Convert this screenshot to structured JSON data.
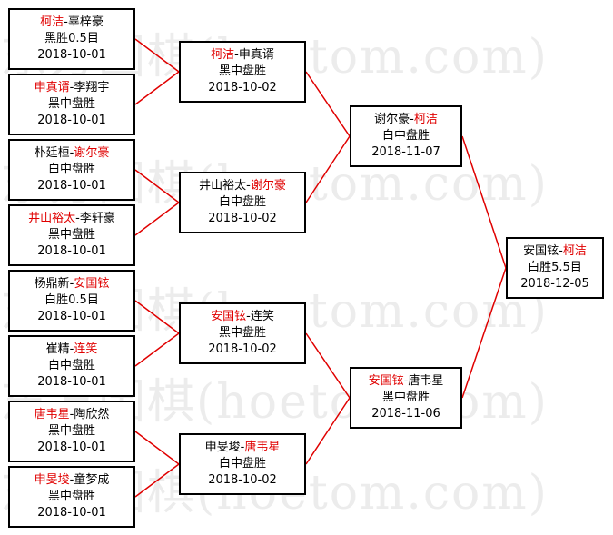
{
  "colors": {
    "winner": "#e00000",
    "line": "#e00000",
    "border": "#000000"
  },
  "watermark": "东方围棋(hoetom.com)",
  "matches": [
    {
      "id": "r1-1",
      "p1": "柯洁",
      "sep": "-",
      "p2": "辜梓豪",
      "winner": 1,
      "result": "黑胜0.5目",
      "date": "2018-10-01"
    },
    {
      "id": "r1-2",
      "p1": "申真谞",
      "sep": "-",
      "p2": "李翔宇",
      "winner": 1,
      "result": "黑中盘胜",
      "date": "2018-10-01"
    },
    {
      "id": "r1-3",
      "p1": "朴廷桓",
      "sep": "-",
      "p2": "谢尔豪",
      "winner": 2,
      "result": "白中盘胜",
      "date": "2018-10-01"
    },
    {
      "id": "r1-4",
      "p1": "井山裕太",
      "sep": "-",
      "p2": "李轩豪",
      "winner": 1,
      "result": "黑中盘胜",
      "date": "2018-10-01"
    },
    {
      "id": "r1-5",
      "p1": "杨鼎新",
      "sep": "-",
      "p2": "安国铉",
      "winner": 2,
      "result": "白胜0.5目",
      "date": "2018-10-01"
    },
    {
      "id": "r1-6",
      "p1": "崔精",
      "sep": "-",
      "p2": "连笑",
      "winner": 2,
      "result": "白中盘胜",
      "date": "2018-10-01"
    },
    {
      "id": "r1-7",
      "p1": "唐韦星",
      "sep": "-",
      "p2": "陶欣然",
      "winner": 1,
      "result": "黑中盘胜",
      "date": "2018-10-01"
    },
    {
      "id": "r1-8",
      "p1": "申旻埈",
      "sep": "-",
      "p2": "童梦成",
      "winner": 1,
      "result": "黑中盘胜",
      "date": "2018-10-01"
    },
    {
      "id": "r2-1",
      "p1": "柯洁",
      "sep": "-",
      "p2": "申真谞",
      "winner": 1,
      "result": "黑中盘胜",
      "date": "2018-10-02"
    },
    {
      "id": "r2-2",
      "p1": "井山裕太",
      "sep": "-",
      "p2": "谢尔豪",
      "winner": 2,
      "result": "白中盘胜",
      "date": "2018-10-02"
    },
    {
      "id": "r2-3",
      "p1": "安国铉",
      "sep": "-",
      "p2": "连笑",
      "winner": 1,
      "result": "黑中盘胜",
      "date": "2018-10-02"
    },
    {
      "id": "r2-4",
      "p1": "申旻埈",
      "sep": "-",
      "p2": "唐韦星",
      "winner": 2,
      "result": "白中盘胜",
      "date": "2018-10-02"
    },
    {
      "id": "r3-1",
      "p1": "谢尔豪",
      "sep": "-",
      "p2": "柯洁",
      "winner": 2,
      "result": "白中盘胜",
      "date": "2018-11-07"
    },
    {
      "id": "r3-2",
      "p1": "安国铉",
      "sep": "-",
      "p2": "唐韦星",
      "winner": 1,
      "result": "黑中盘胜",
      "date": "2018-11-06"
    },
    {
      "id": "final",
      "p1": "安国铉",
      "sep": "-",
      "p2": "柯洁",
      "winner": 2,
      "result": "白胜5.5目",
      "date": "2018-12-05"
    }
  ]
}
